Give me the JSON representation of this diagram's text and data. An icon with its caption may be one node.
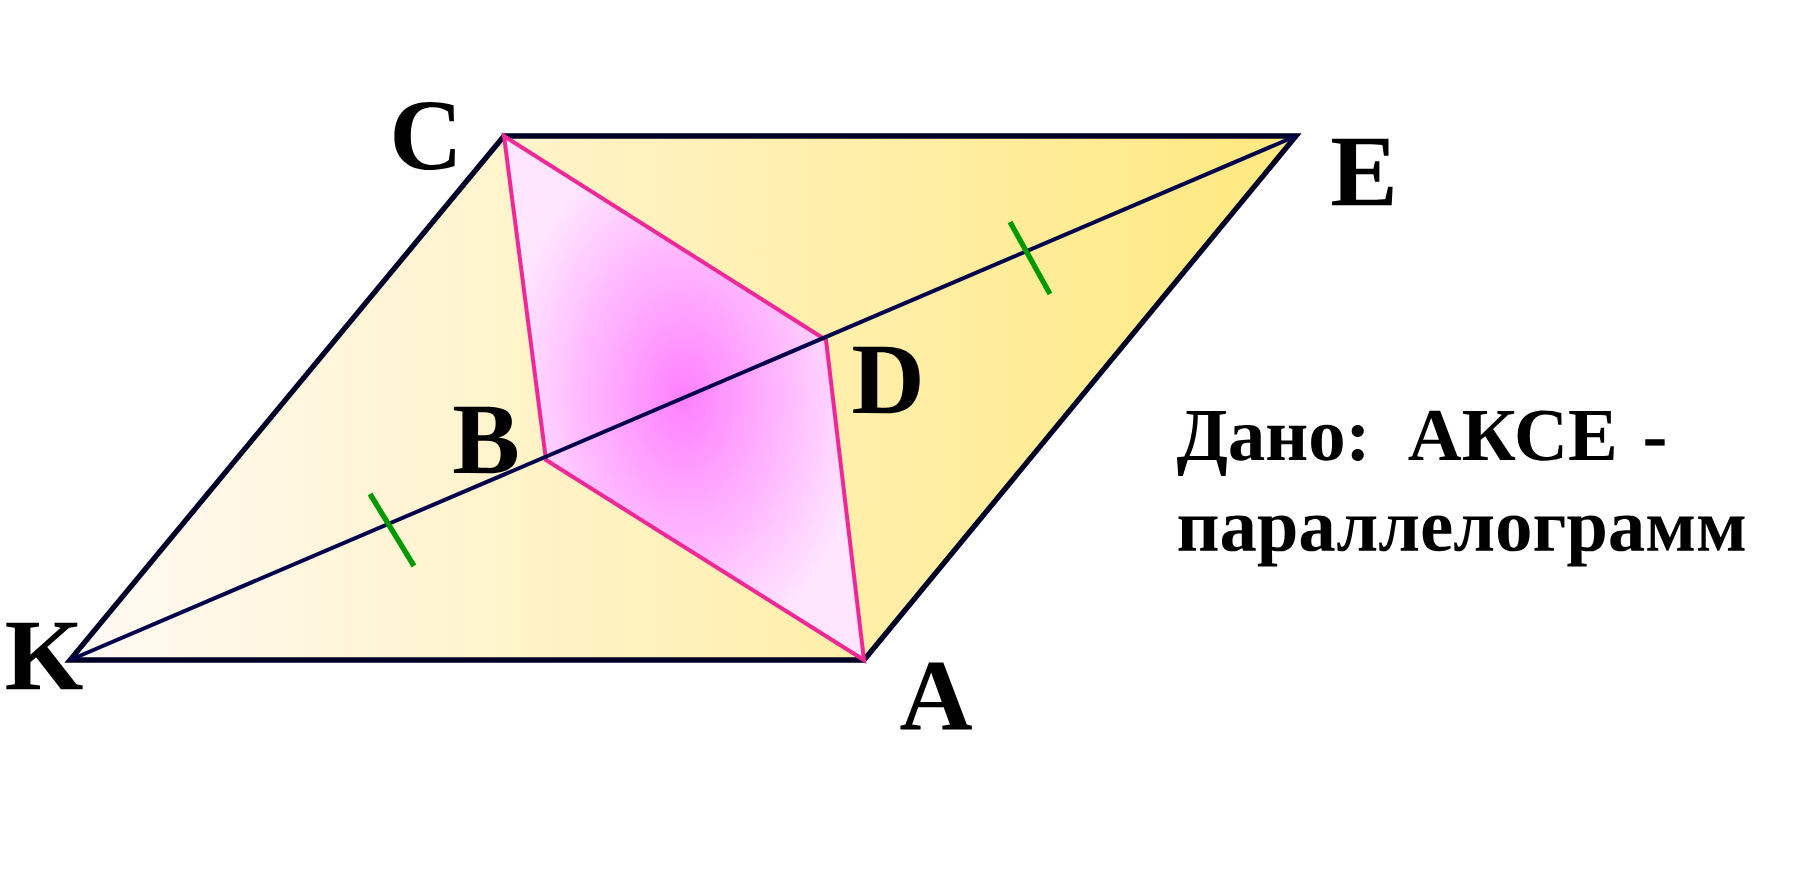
{
  "diagram": {
    "labels": [
      "C",
      "E",
      "D",
      "B",
      "Дано: АКСЕ - параллелограмм",
      "K",
      "A"
    ]
  }
}
